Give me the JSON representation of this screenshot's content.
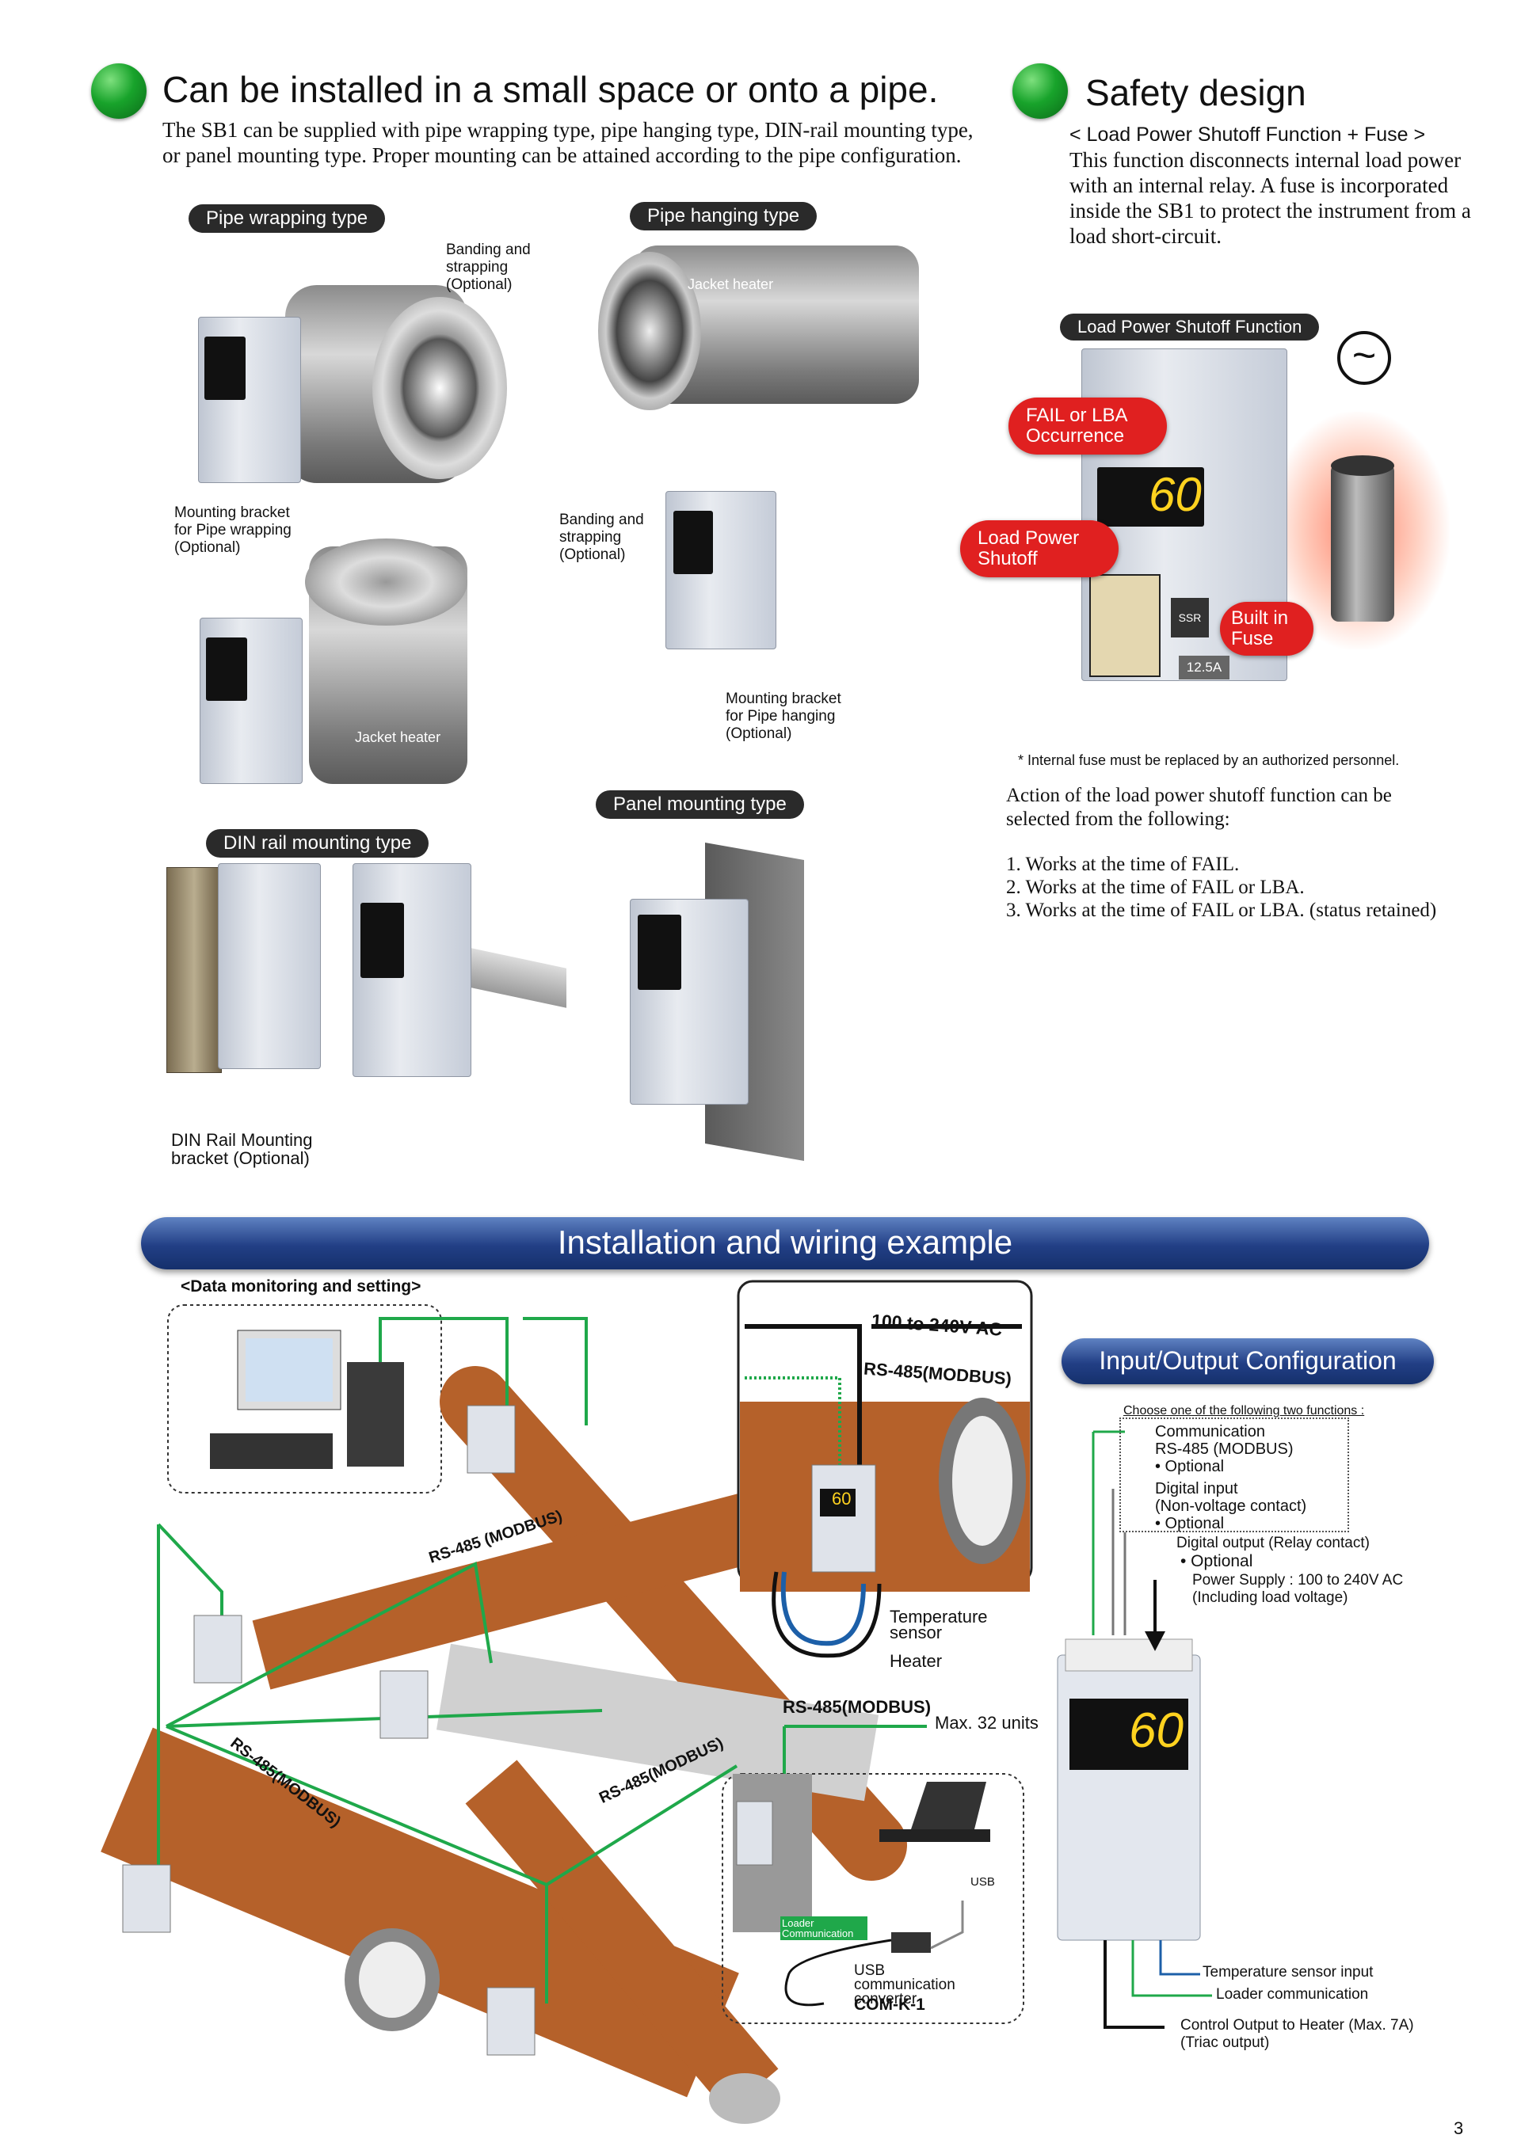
{
  "sections": {
    "install": {
      "title": "Can be installed in a small space or onto a pipe.",
      "description": "The SB1 can be supplied with pipe wrapping type, pipe hanging type, DIN-rail mounting type, or panel mounting type. Proper mounting can be attained according to the pipe configuration.",
      "pipe_wrapping": {
        "label": "Pipe wrapping type",
        "jacket_heater": "Jacket heater",
        "banding": "Banding and strapping (Optional)",
        "bracket": "Mounting bracket for Pipe wrapping (Optional)",
        "jacket_heater_2": "Jacket heater"
      },
      "pipe_hanging": {
        "label": "Pipe hanging type",
        "jacket_heater": "Jacket heater",
        "banding": "Banding and strapping (Optional)",
        "bracket": "Mounting bracket for Pipe hanging (Optional)"
      },
      "din_rail": {
        "label": "DIN rail mounting type",
        "bracket": "DIN Rail Mounting bracket (Optional)"
      },
      "panel": {
        "label": "Panel mounting type"
      }
    },
    "safety": {
      "title": "Safety design",
      "subtitle": "< Load Power Shutoff Function + Fuse >",
      "description": "This function disconnects internal load power with an internal relay. A fuse is incorporated inside the SB1 to protect the instrument from a load short-circuit.",
      "diagram_label": "Load Power Shutoff Function",
      "fail_bubble": "FAIL or LBA Occurrence",
      "shutoff_bubble": "Load Power Shutoff",
      "fuse_bubble": "Built in Fuse",
      "display_value": "60",
      "ssr_label": "SSR",
      "fuse_rating": "12.5A",
      "ac_symbol": "~",
      "note": "* Internal fuse must be replaced by an authorized  personnel.",
      "action_intro": "Action of the load power shutoff function can be selected from the following:",
      "actions": [
        "1. Works at the time of FAIL.",
        "2. Works at the time of FAIL or LBA.",
        "3. Works at the time of FAIL or LBA. (status retained)"
      ]
    },
    "wiring": {
      "banner": "Installation and wiring example",
      "monitoring": "<Data monitoring and setting>",
      "rs485_1": "RS-485 (MODBUS)",
      "rs485_2": "RS-485(MODBUS)",
      "rs485_3": "RS-485(MODBUS)",
      "detail_voltage": "100 to 240V AC",
      "detail_rs485": "RS-485(MODBUS)",
      "detail_display": "60",
      "temp_sensor": "Temperature sensor",
      "heater": "Heater",
      "rs485_max": "RS-485(MODBUS)",
      "max_units": "Max. 32 units",
      "usb": "USB",
      "loader_comm": "Loader Communication",
      "usb_converter": "USB communication converter",
      "com_k1": "COM-K-1"
    },
    "io": {
      "banner": "Input/Output Configuration",
      "choose": "Choose one of the following two functions :",
      "communication": "Communication",
      "rs485": "RS-485 (MODBUS)",
      "optional_1": "• Optional",
      "digital_input": "Digital input",
      "non_voltage": "(Non-voltage contact)",
      "optional_2": "• Optional",
      "digital_output": "Digital output (Relay contact)",
      "optional_3": "• Optional",
      "power_supply": "Power Supply : 100 to 240V AC",
      "load_voltage": "(Including load voltage)",
      "display_value": "60",
      "temp_input": "Temperature sensor input",
      "loader_comm": "Loader communication",
      "control_output": "Control Output to Heater (Max. 7A)",
      "triac": "(Triac output)"
    },
    "page_number": "3"
  },
  "colors": {
    "green_dot": "#18a32b",
    "banner_blue": "#223f85",
    "bubble_red": "#e02020",
    "pill_dark": "#2a2a2a",
    "wire_green": "#1fa84a"
  }
}
